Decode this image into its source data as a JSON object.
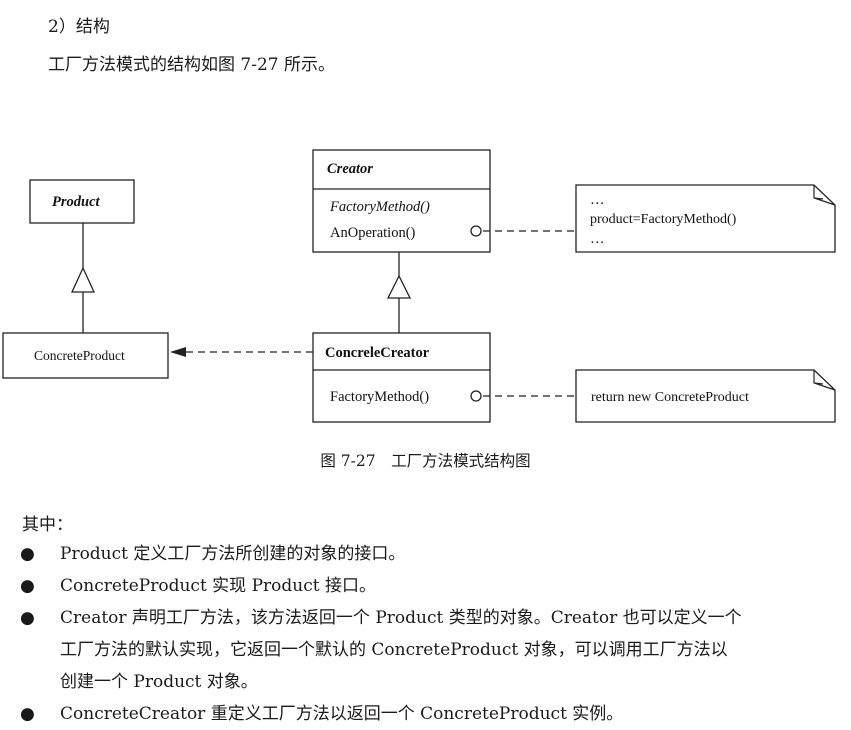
{
  "heading": "2）结构",
  "intro": "工厂方法模式的结构如图 7-27 所示。",
  "diagram": {
    "product": {
      "name": "Product"
    },
    "concrete_product": {
      "name": "ConcreteProduct"
    },
    "creator": {
      "name": "Creator",
      "op1": "FactoryMethod()",
      "op2": "AnOperation()"
    },
    "concrete_creator": {
      "name": "ConcreleCreator",
      "op1": "FactoryMethod()"
    },
    "note1": {
      "line1": "…",
      "line2": "product=FactoryMethod()",
      "line3": "…"
    },
    "note2": {
      "line1": "return new ConcreteProduct"
    }
  },
  "caption": "图 7-27　工厂方法模式结构图",
  "qizhong": "其中：",
  "bullet_symbol": "●",
  "bullets": [
    "Product 定义工厂方法所创建的对象的接口。",
    "ConcreteProduct 实现 Product 接口。",
    "Creator 声明工厂方法，该方法返回一个 Product 类型的对象。Creator 也可以定义一个",
    "工厂方法的默认实现，它返回一个默认的 ConcreteProduct 对象，可以调用工厂方法以",
    "创建一个 Product 对象。",
    "ConcreteCreator 重定义工厂方法以返回一个 ConcreteProduct 实例。"
  ]
}
